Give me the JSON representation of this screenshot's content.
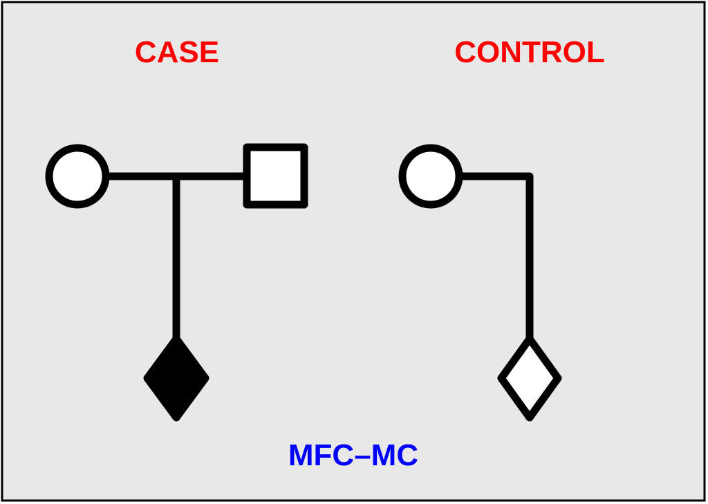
{
  "labels": {
    "case": "CASE",
    "control": "CONTROL",
    "footer": "MFC–MC"
  },
  "colors": {
    "case_label": "#ff0000",
    "control_label": "#ff0000",
    "footer": "#0000ff",
    "background": "#e8e8e8"
  }
}
